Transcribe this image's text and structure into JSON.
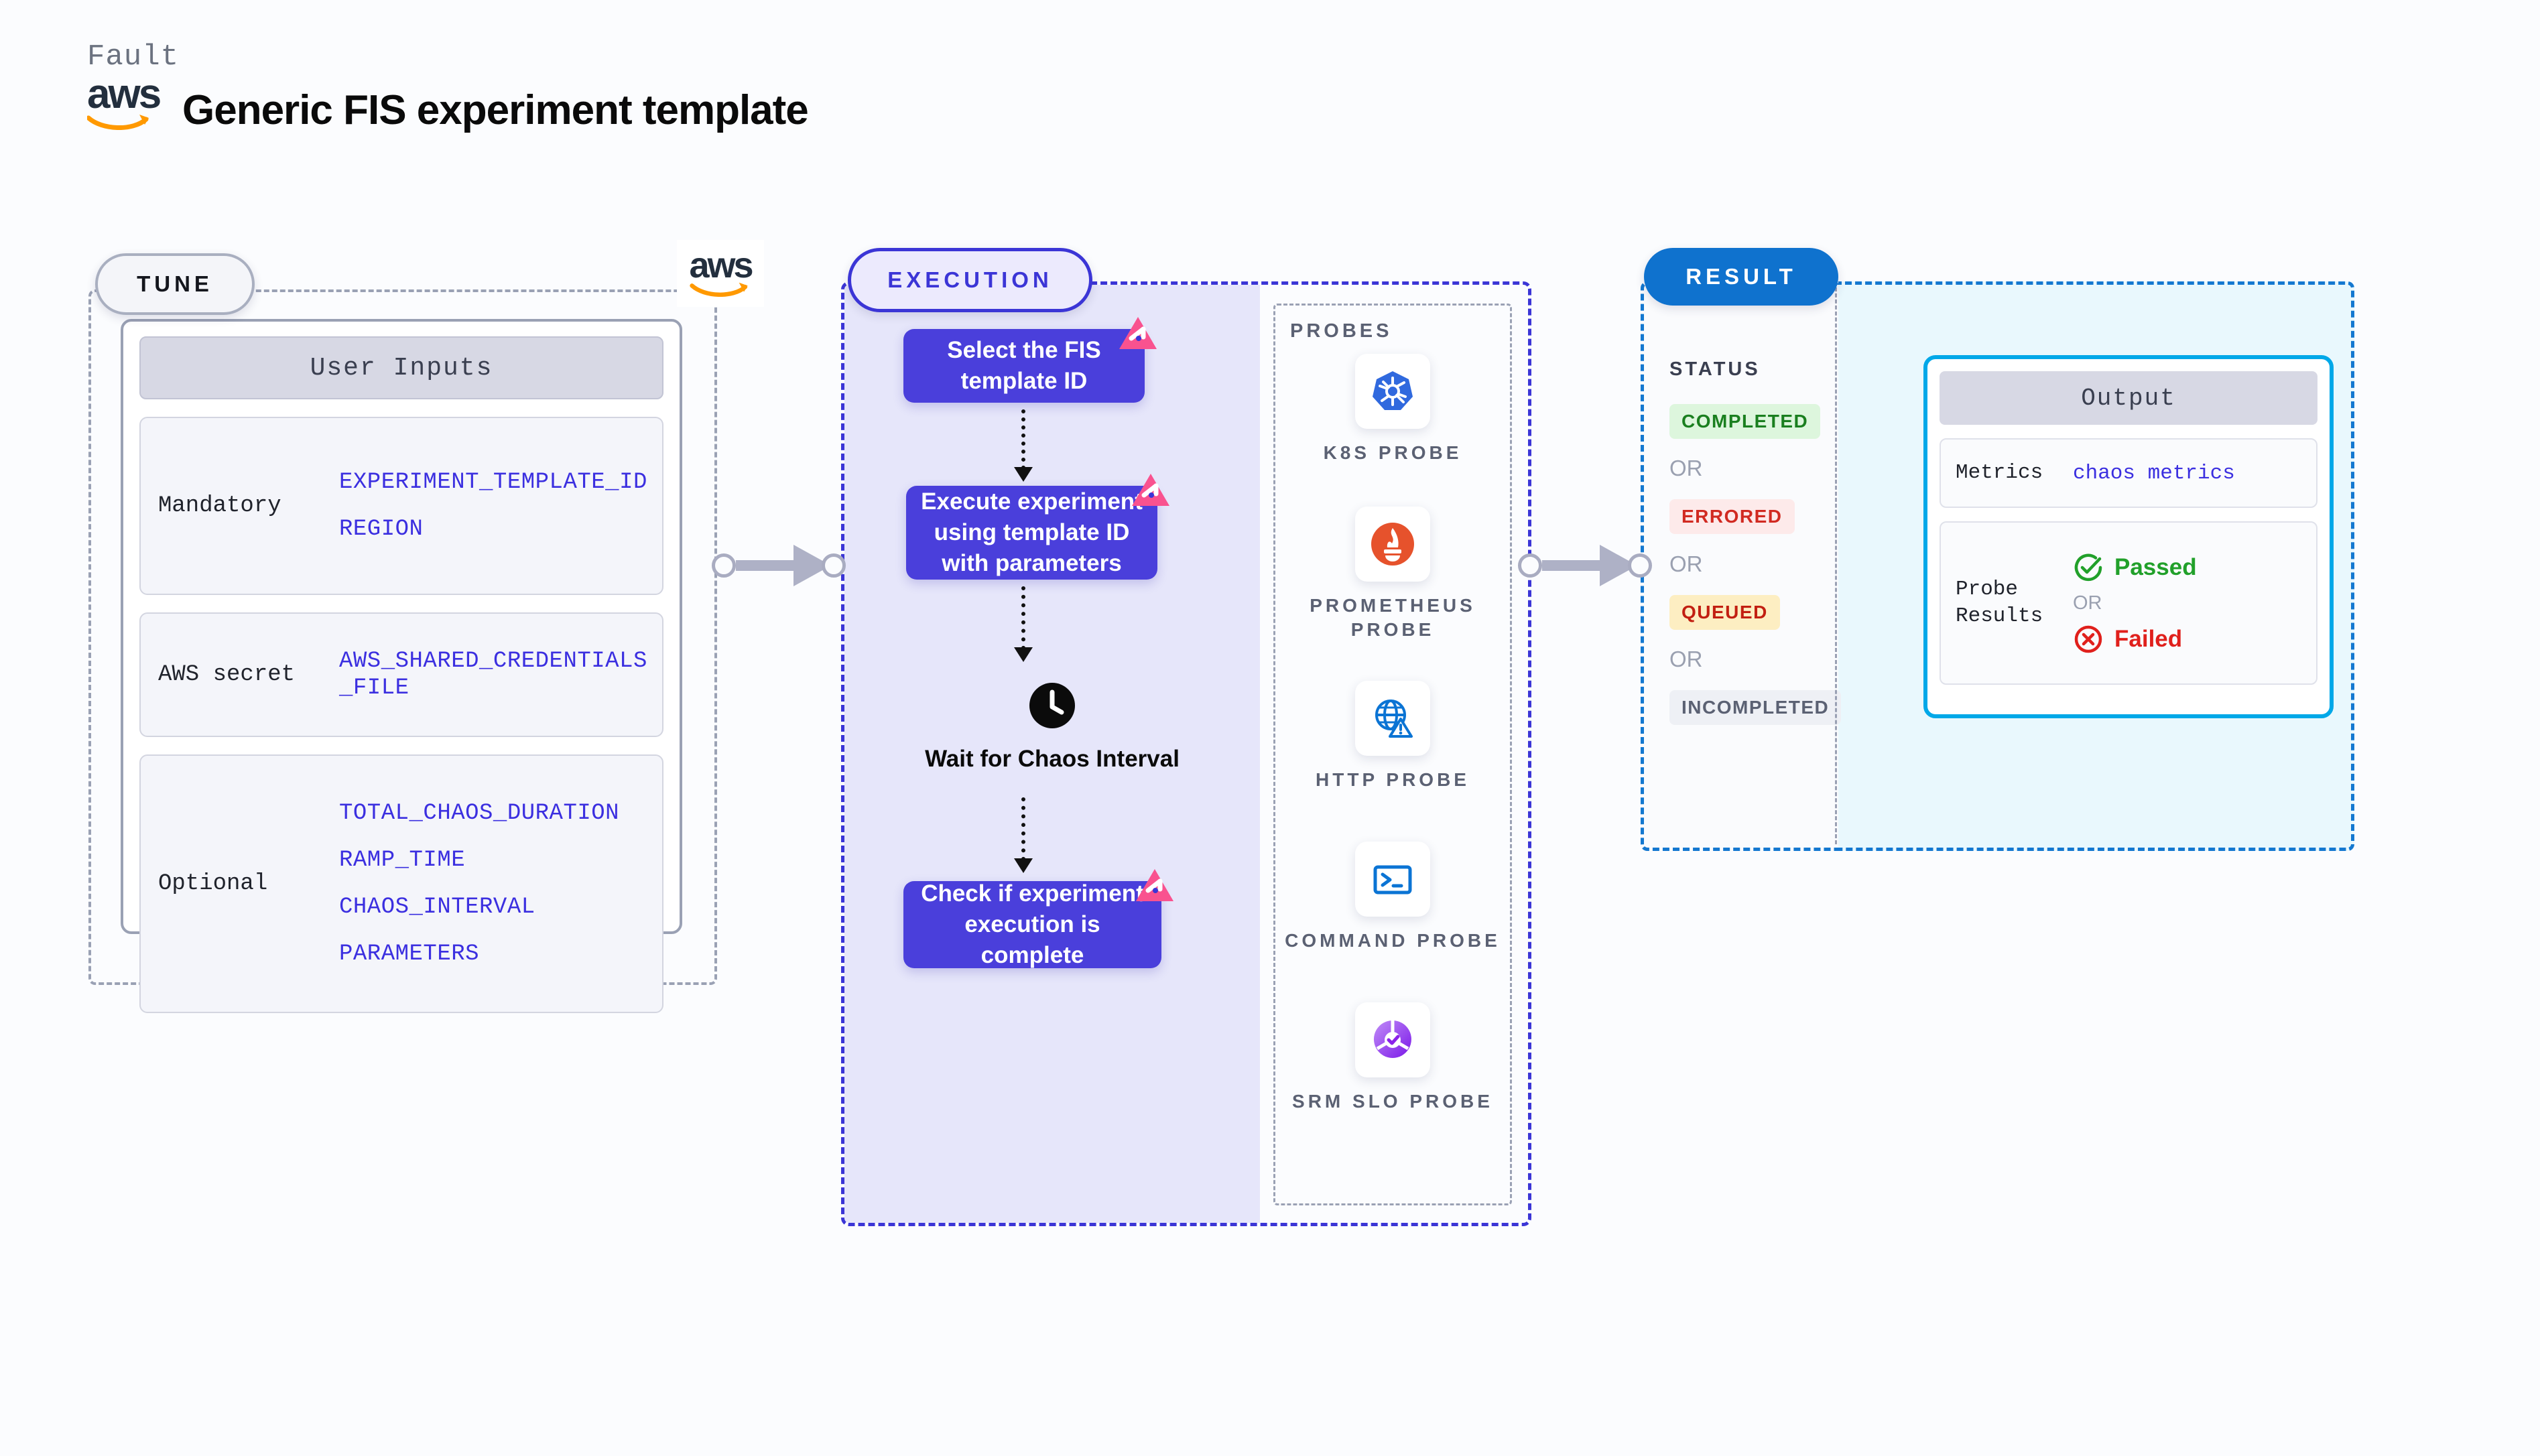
{
  "header": {
    "eyebrow": "Fault",
    "brand": "aws",
    "title": "Generic FIS experiment template"
  },
  "tune": {
    "pill_label": "TUNE",
    "card_title": "User Inputs",
    "aws_mark": "aws",
    "groups": [
      {
        "label": "Mandatory",
        "vars": [
          "EXPERIMENT_TEMPLATE_ID",
          "REGION"
        ]
      },
      {
        "label": "AWS secret",
        "vars": [
          "AWS_SHARED_CREDENTIALS_FILE"
        ]
      },
      {
        "label": "Optional",
        "vars": [
          "TOTAL_CHAOS_DURATION",
          "RAMP_TIME",
          "CHAOS_INTERVAL",
          "PARAMETERS"
        ]
      }
    ]
  },
  "execution": {
    "pill_label": "EXECUTION",
    "nodes": [
      {
        "text": "Select the FIS template ID",
        "badge": "chaos-badge"
      },
      {
        "text": "Execute experiment using template ID with parameters",
        "badge": "chaos-badge"
      },
      {
        "text": "Check if experiment execution is complete",
        "badge": "chaos-badge"
      }
    ],
    "wait_step": {
      "icon": "clock-icon",
      "text": "Wait for Chaos Interval"
    }
  },
  "probes": {
    "title": "PROBES",
    "items": [
      {
        "label": "K8S PROBE",
        "icon": "kubernetes-icon"
      },
      {
        "label": "PROMETHEUS PROBE",
        "icon": "prometheus-icon"
      },
      {
        "label": "HTTP PROBE",
        "icon": "http-globe-icon"
      },
      {
        "label": "COMMAND PROBE",
        "icon": "terminal-icon"
      },
      {
        "label": "SRM SLO PROBE",
        "icon": "srm-slo-icon"
      }
    ]
  },
  "result": {
    "pill_label": "RESULT",
    "status_title": "STATUS",
    "or_label": "OR",
    "statuses": [
      {
        "label": "COMPLETED",
        "color": "#1a7f1f",
        "bg": "#ddf6dd"
      },
      {
        "label": "ERRORED",
        "color": "#d12a21",
        "bg": "#fdeaea"
      },
      {
        "label": "QUEUED",
        "color": "#c21f11",
        "bg": "#fdeec2"
      },
      {
        "label": "INCOMPLETED",
        "color": "#5b6173",
        "bg": "#eef0f5"
      }
    ],
    "output": {
      "title": "Output",
      "metrics_label": "Metrics",
      "metrics_value": "chaos metrics",
      "probe_results_label": "Probe Results",
      "passed_label": "Passed",
      "failed_label": "Failed",
      "or_label": "OR"
    }
  },
  "colors": {
    "accent_indigo": "#4a3fdb",
    "accent_blue": "#0f72ce",
    "accent_cyan": "#00a8e8",
    "badge_pink": "#f9528f",
    "var_blue": "#3b2fe0"
  }
}
